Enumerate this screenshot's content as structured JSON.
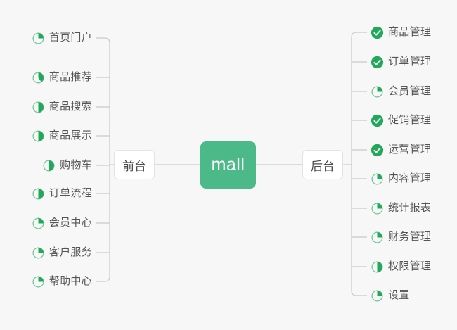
{
  "diagram": {
    "type": "mindmap",
    "background_color": "#f7f7f7",
    "accent_color": "#4cb988",
    "done_color": "#21a85a",
    "line_color": "#c9c9c9",
    "label_color": "#555555",
    "root": {
      "label": "mall",
      "style": "filled-green"
    },
    "mid_nodes": {
      "left": {
        "label": "前台"
      },
      "right": {
        "label": "后台"
      }
    },
    "left_branch": {
      "items": [
        {
          "label": "首页门户",
          "icon": "pie-progress-icon",
          "progress": 25,
          "state": "in-progress"
        },
        {
          "label": "商品推荐",
          "icon": "pie-progress-icon",
          "progress": 40,
          "state": "in-progress"
        },
        {
          "label": "商品搜索",
          "icon": "pie-progress-icon",
          "progress": 50,
          "state": "in-progress"
        },
        {
          "label": "商品展示",
          "icon": "pie-progress-icon",
          "progress": 50,
          "state": "in-progress"
        },
        {
          "label": "购物车",
          "icon": "pie-progress-icon",
          "progress": 50,
          "state": "in-progress"
        },
        {
          "label": "订单流程",
          "icon": "pie-progress-icon",
          "progress": 50,
          "state": "in-progress"
        },
        {
          "label": "会员中心",
          "icon": "pie-progress-icon",
          "progress": 25,
          "state": "in-progress"
        },
        {
          "label": "客户服务",
          "icon": "pie-progress-icon",
          "progress": 25,
          "state": "in-progress"
        },
        {
          "label": "帮助中心",
          "icon": "pie-progress-icon",
          "progress": 25,
          "state": "in-progress"
        }
      ]
    },
    "right_branch": {
      "items": [
        {
          "label": "商品管理",
          "icon": "check-circle-icon",
          "progress": 100,
          "state": "done"
        },
        {
          "label": "订单管理",
          "icon": "check-circle-icon",
          "progress": 100,
          "state": "done"
        },
        {
          "label": "会员管理",
          "icon": "pie-progress-icon",
          "progress": 25,
          "state": "in-progress"
        },
        {
          "label": "促销管理",
          "icon": "check-circle-icon",
          "progress": 100,
          "state": "done"
        },
        {
          "label": "运营管理",
          "icon": "check-circle-icon",
          "progress": 100,
          "state": "done"
        },
        {
          "label": "内容管理",
          "icon": "pie-progress-icon",
          "progress": 25,
          "state": "in-progress"
        },
        {
          "label": "统计报表",
          "icon": "pie-progress-icon",
          "progress": 25,
          "state": "in-progress"
        },
        {
          "label": "财务管理",
          "icon": "pie-progress-icon",
          "progress": 25,
          "state": "in-progress"
        },
        {
          "label": "权限管理",
          "icon": "pie-progress-icon",
          "progress": 50,
          "state": "in-progress"
        },
        {
          "label": "设置",
          "icon": "pie-progress-icon",
          "progress": 25,
          "state": "in-progress"
        }
      ]
    }
  }
}
